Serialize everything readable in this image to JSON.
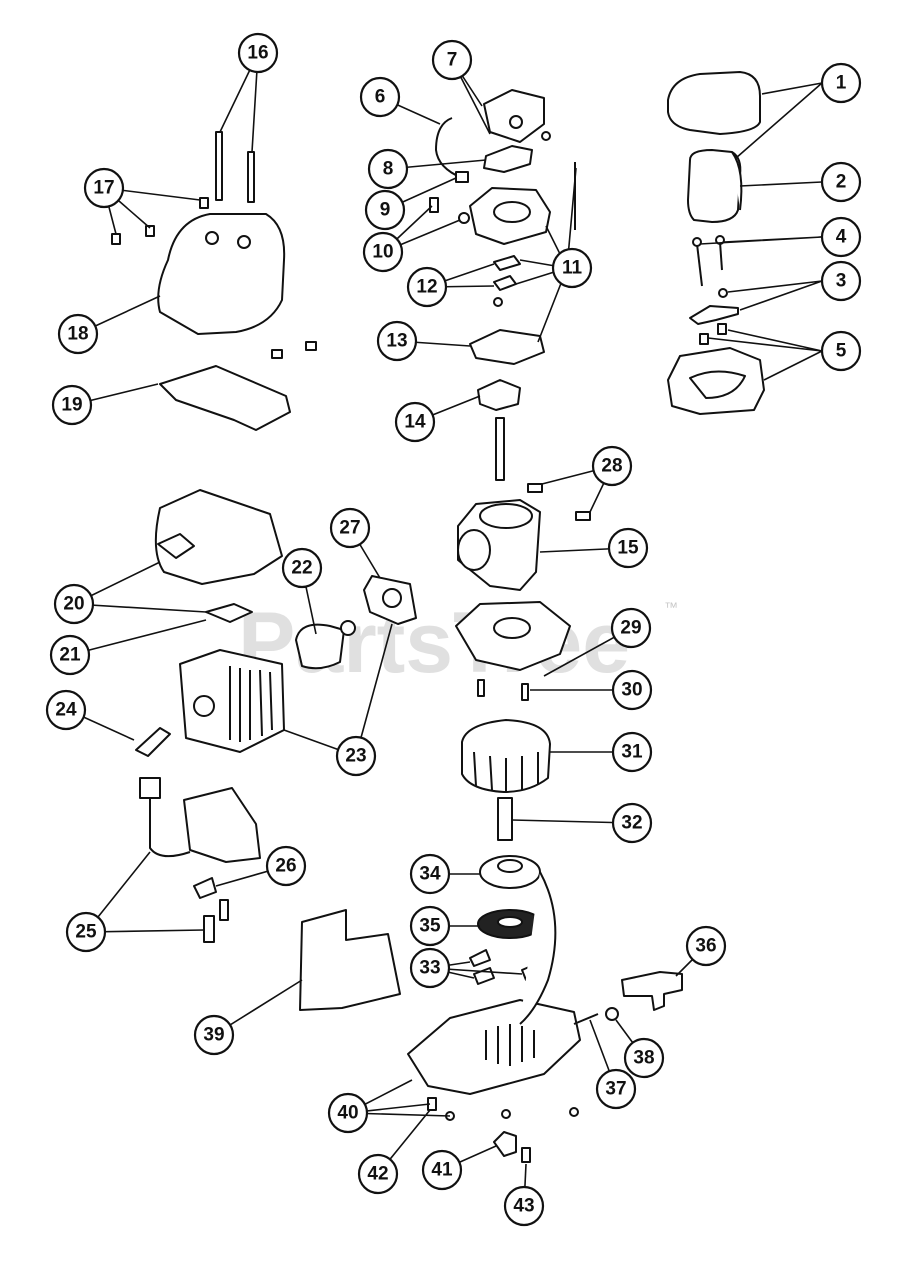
{
  "watermark": {
    "text": "PartsTree",
    "trademark": "™",
    "color": "#d6d6d6"
  },
  "callouts": [
    {
      "label": "1"
    },
    {
      "label": "2"
    },
    {
      "label": "3"
    },
    {
      "label": "4"
    },
    {
      "label": "5"
    },
    {
      "label": "6"
    },
    {
      "label": "7"
    },
    {
      "label": "8"
    },
    {
      "label": "9"
    },
    {
      "label": "10"
    },
    {
      "label": "11"
    },
    {
      "label": "12"
    },
    {
      "label": "13"
    },
    {
      "label": "14"
    },
    {
      "label": "15"
    },
    {
      "label": "16"
    },
    {
      "label": "17"
    },
    {
      "label": "18"
    },
    {
      "label": "19"
    },
    {
      "label": "20"
    },
    {
      "label": "21"
    },
    {
      "label": "22"
    },
    {
      "label": "23"
    },
    {
      "label": "24"
    },
    {
      "label": "25"
    },
    {
      "label": "26"
    },
    {
      "label": "27"
    },
    {
      "label": "28"
    },
    {
      "label": "29"
    },
    {
      "label": "30"
    },
    {
      "label": "31"
    },
    {
      "label": "32"
    },
    {
      "label": "33"
    },
    {
      "label": "34"
    },
    {
      "label": "35"
    },
    {
      "label": "36"
    },
    {
      "label": "37"
    },
    {
      "label": "38"
    },
    {
      "label": "39"
    },
    {
      "label": "40"
    },
    {
      "label": "41"
    },
    {
      "label": "42"
    },
    {
      "label": "43"
    }
  ]
}
